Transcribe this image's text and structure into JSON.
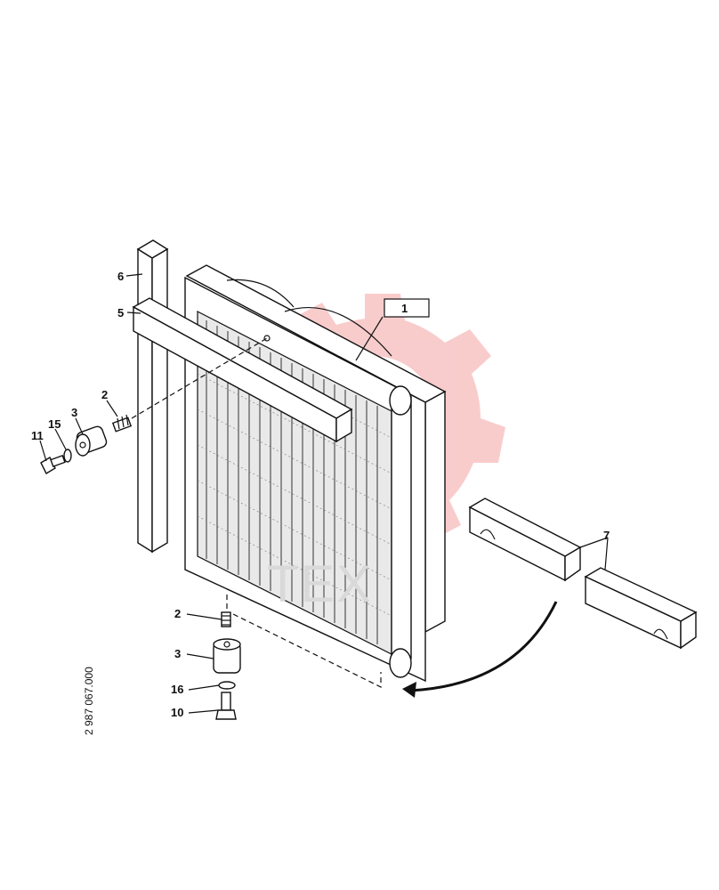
{
  "callouts": {
    "c1": "1",
    "c2_top": "2",
    "c2_bottom": "2",
    "c3_top": "3",
    "c3_bottom": "3",
    "c5": "5",
    "c6": "6",
    "c7": "7",
    "c10": "10",
    "c11": "11",
    "c15": "15",
    "c16": "16"
  },
  "drawing_number": "2 987 067.000",
  "watermark": {
    "text": "TEX",
    "color": "#f08080"
  },
  "colors": {
    "line": "#111111",
    "watermark_gear": "#f5a0a0"
  }
}
